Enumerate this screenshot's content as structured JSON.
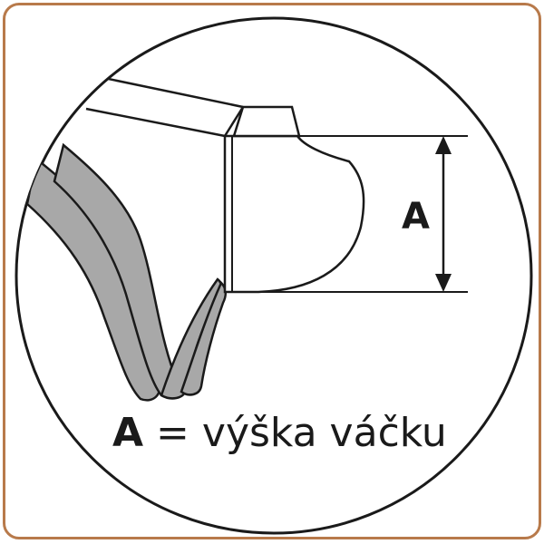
{
  "diagram": {
    "dimension_label": "A",
    "caption": {
      "symbol": "A",
      "definition": " = výška váčku"
    }
  },
  "colors": {
    "frame_border": "#b87a4b",
    "line": "#1a1a1a",
    "band_fill": "#a8a8a8"
  }
}
